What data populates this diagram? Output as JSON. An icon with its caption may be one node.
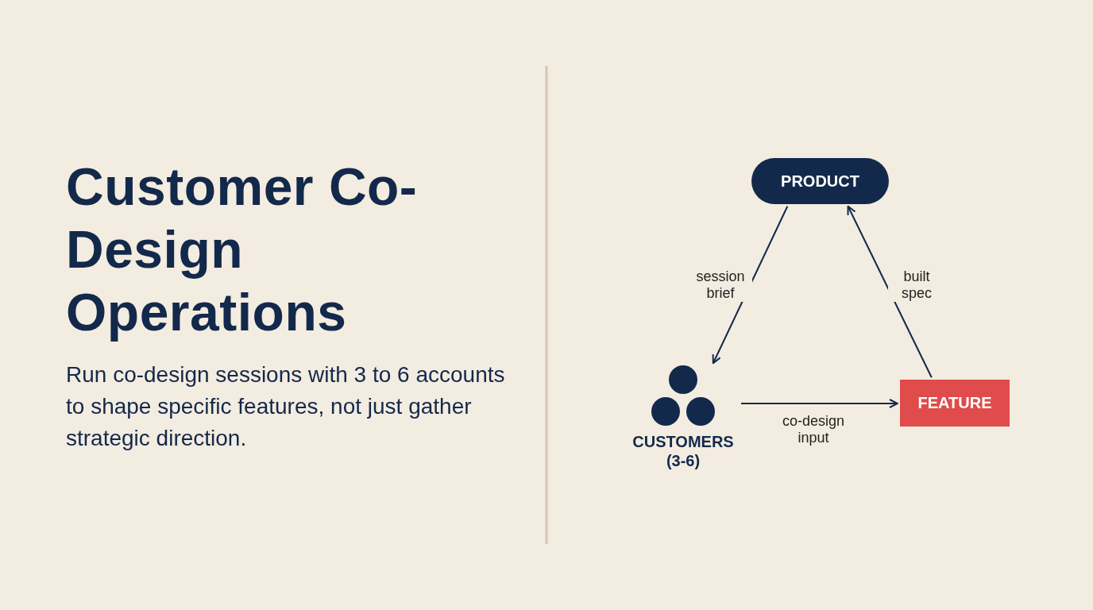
{
  "diagram": {
    "title": "Customer Co-Design Operations",
    "nodes": [
      {
        "text": [
          "PRODUCT"
        ]
      },
      {
        "text": [
          "CUSTOMERS (3-6)"
        ]
      },
      {
        "text": [
          "FEATURE"
        ]
      }
    ],
    "edges": [
      {
        "from": 0,
        "to": 1,
        "arrow": "to",
        "label": "session brief"
      },
      {
        "from": 1,
        "to": 2,
        "arrow": "to",
        "label": "co-design input"
      },
      {
        "from": 2,
        "to": 0,
        "arrow": "to",
        "label": "built spec"
      }
    ],
    "labels": [
      "Run co-design sessions with 3 to 6 accounts to shape specific features, not just gather strategic direction."
    ]
  }
}
